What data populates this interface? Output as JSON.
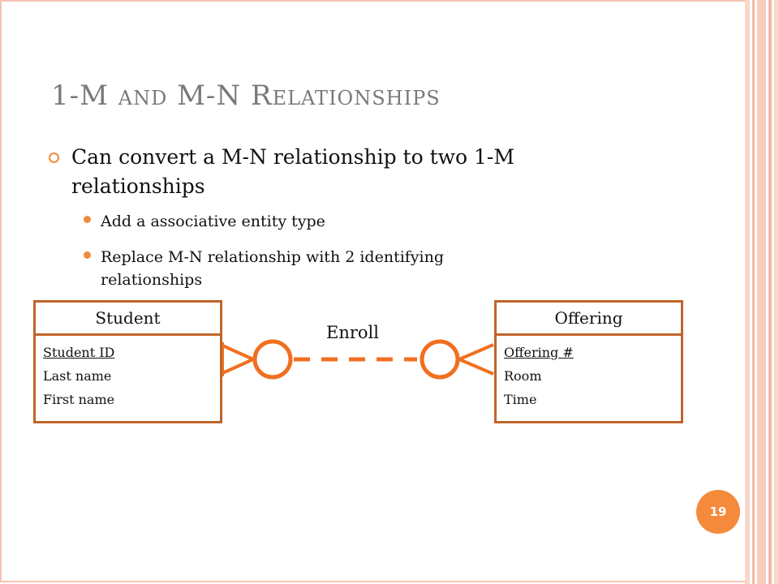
{
  "slide": {
    "title": "1-M and M-N Relationships",
    "bullets": {
      "main": "Can convert a M-N relationship to two 1-M relationships",
      "sub": [
        "Add a associative entity type",
        "Replace M-N relationship with 2 identifying relationships"
      ]
    },
    "page_number": "19"
  },
  "diagram": {
    "left_entity": {
      "name": "Student",
      "key_attribute": "Student ID",
      "attributes": [
        "Last name",
        "First name"
      ]
    },
    "right_entity": {
      "name": "Offering",
      "key_attribute": "Offering #",
      "attributes": [
        "Room",
        "Time"
      ]
    },
    "relationship": {
      "name": "Enroll",
      "line_style": "dashed",
      "left_cardinality": "zero-or-many",
      "right_cardinality": "zero-or-many"
    }
  },
  "colors": {
    "accent": "#f08a3a",
    "entity_border": "#c0652a",
    "relationship_line": "#f07020",
    "title": "#7a7a7a",
    "frame": "#f5c3b4"
  }
}
